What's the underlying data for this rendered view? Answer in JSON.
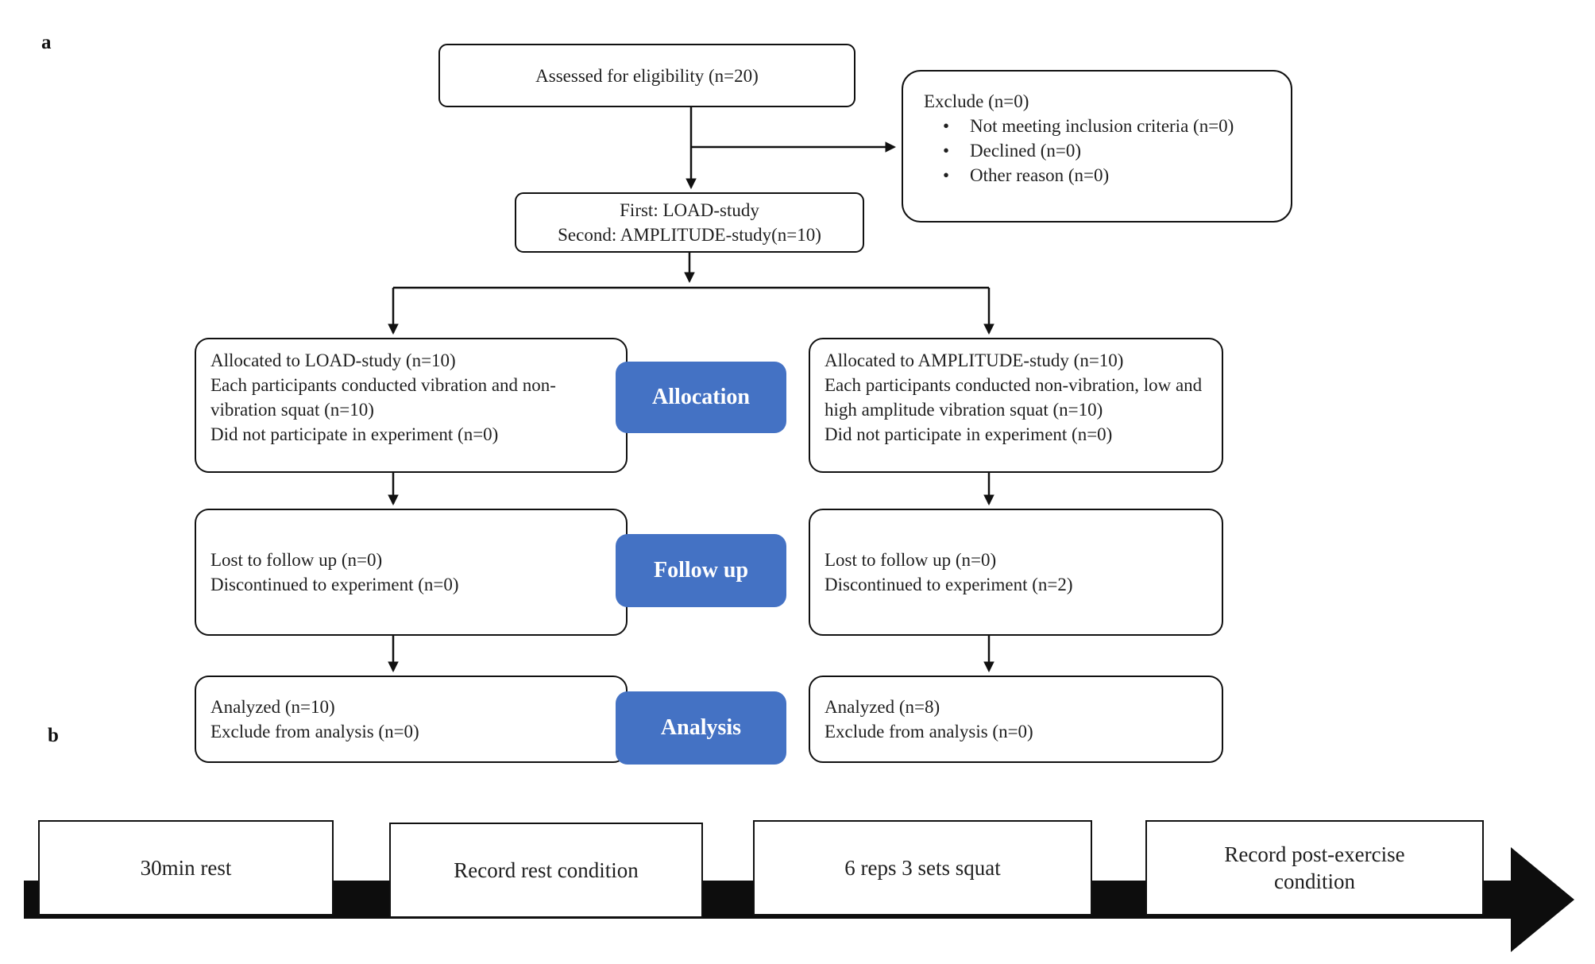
{
  "colors": {
    "stage_blue": "#4472C4",
    "line_black": "#111111"
  },
  "panel_a": {
    "label": "a",
    "assessed_box": {
      "text": "Assessed for eligibility (n=20)"
    },
    "exclude_box": {
      "title": "Exclude (n=0)",
      "bullet_glyph": "•",
      "bullets": [
        "Not meeting inclusion criteria (n=0)",
        "Declined (n=0)",
        "Other reason (n=0)"
      ]
    },
    "study_box": {
      "line1": "First: LOAD-study",
      "line2": "Second: AMPLITUDE-study(n=10)"
    },
    "stage_labels": {
      "allocation": "Allocation",
      "follow_up": "Follow up",
      "analysis": "Analysis"
    },
    "load_column": {
      "allocation": [
        "Allocated to LOAD-study (n=10)",
        "Each participants conducted vibration and non-vibration squat (n=10)",
        "Did not participate in experiment (n=0)"
      ],
      "follow_up": [
        "Lost to follow up (n=0)",
        "Discontinued to experiment (n=0)"
      ],
      "analysis": [
        "Analyzed (n=10)",
        "Exclude from analysis (n=0)"
      ]
    },
    "amplitude_column": {
      "allocation": [
        "Allocated to AMPLITUDE-study (n=10)",
        "Each participants conducted non-vibration, low and high amplitude vibration squat (n=10)",
        "Did not participate in experiment (n=0)"
      ],
      "follow_up": [
        "Lost to follow up (n=0)",
        "Discontinued to experiment (n=2)"
      ],
      "analysis": [
        "Analyzed (n=8)",
        "Exclude from analysis (n=0)"
      ]
    }
  },
  "panel_b": {
    "label": "b",
    "steps": [
      "30min rest",
      "Record rest condition",
      "6 reps 3 sets squat",
      "Record post-exercise condition"
    ]
  }
}
